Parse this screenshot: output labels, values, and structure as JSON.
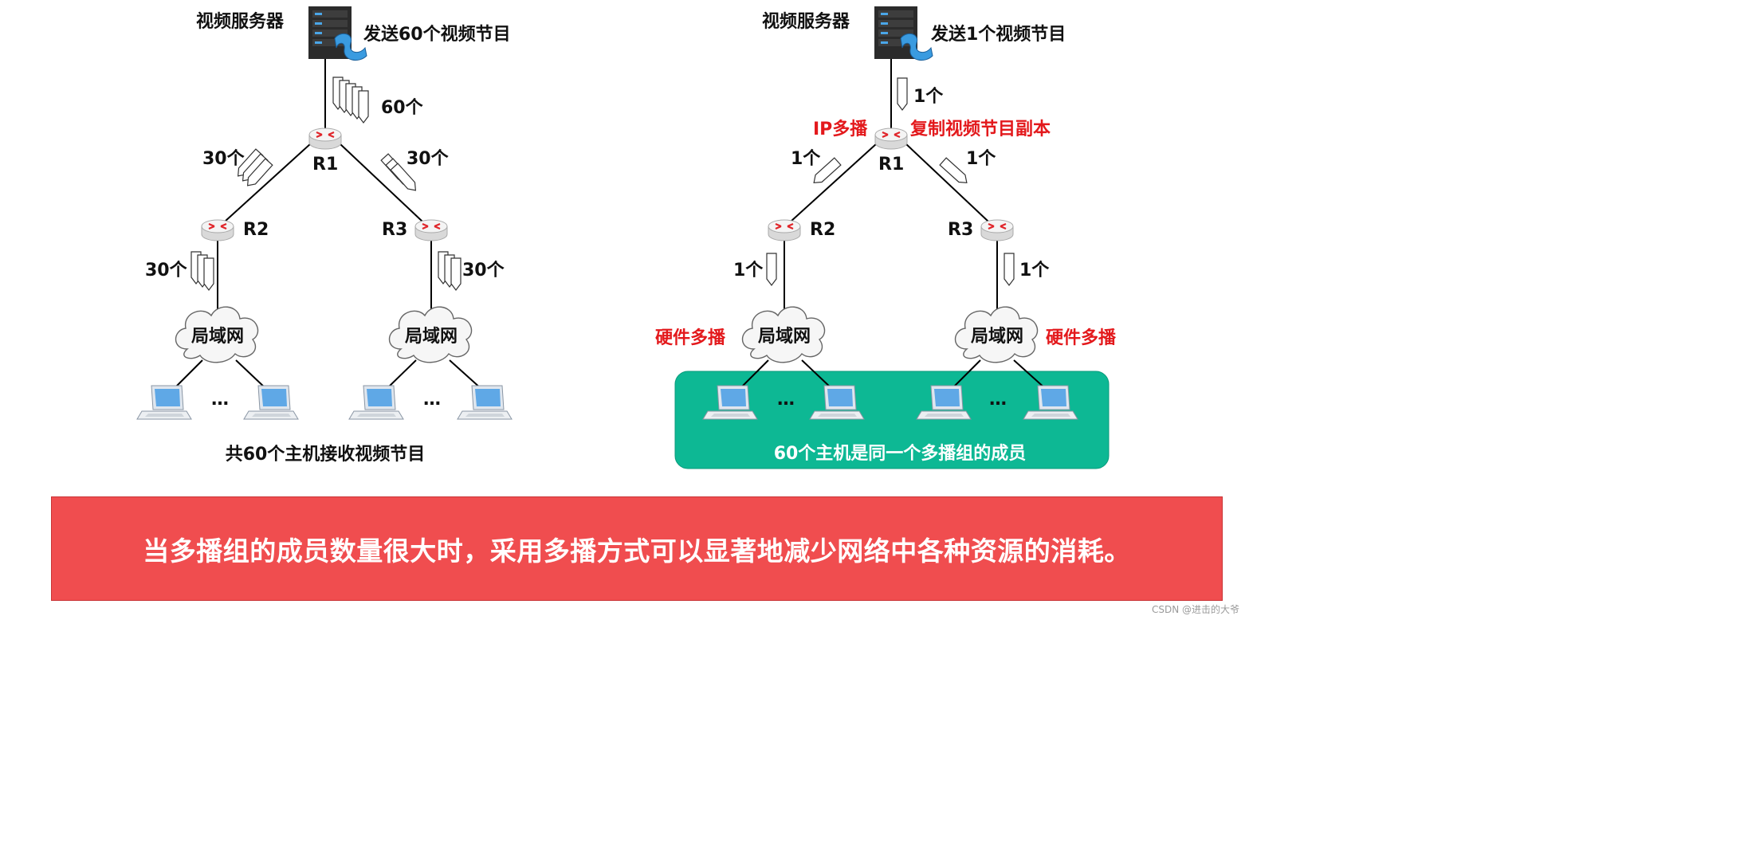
{
  "left": {
    "server_label": "视频服务器",
    "send_label": "发送60个视频节目",
    "count_top": "60个",
    "count_r1_left": "30个",
    "count_r1_right": "30个",
    "count_r2_down": "30个",
    "count_r3_down": "30个",
    "router_r1": "R1",
    "router_r2": "R2",
    "router_r3": "R3",
    "lan_1": "局域网",
    "lan_2": "局域网",
    "ellipsis_1": "…",
    "ellipsis_2": "…",
    "caption": "共60个主机接收视频节目"
  },
  "right": {
    "server_label": "视频服务器",
    "send_label": "发送1个视频节目",
    "count_top": "1个",
    "ip_multicast": "IP多播",
    "copy_label": "复制视频节目副本",
    "count_r1_left": "1个",
    "count_r1_right": "1个",
    "count_r2_down": "1个",
    "count_r3_down": "1个",
    "router_r1": "R1",
    "router_r2": "R2",
    "router_r3": "R3",
    "lan_1": "局域网",
    "lan_2": "局域网",
    "hw_multicast_1": "硬件多播",
    "hw_multicast_2": "硬件多播",
    "ellipsis_1": "…",
    "ellipsis_2": "…",
    "group_caption": "60个主机是同一个多播组的成员"
  },
  "banner": "当多播组的成员数量很大时，采用多播方式可以显著地减少网络中各种资源的消耗。",
  "watermark": "CSDN @进击的大爷",
  "colors": {
    "accent_red": "#e3191c",
    "group_fill": "#0db894",
    "banner_fill": "#f04d4f"
  }
}
